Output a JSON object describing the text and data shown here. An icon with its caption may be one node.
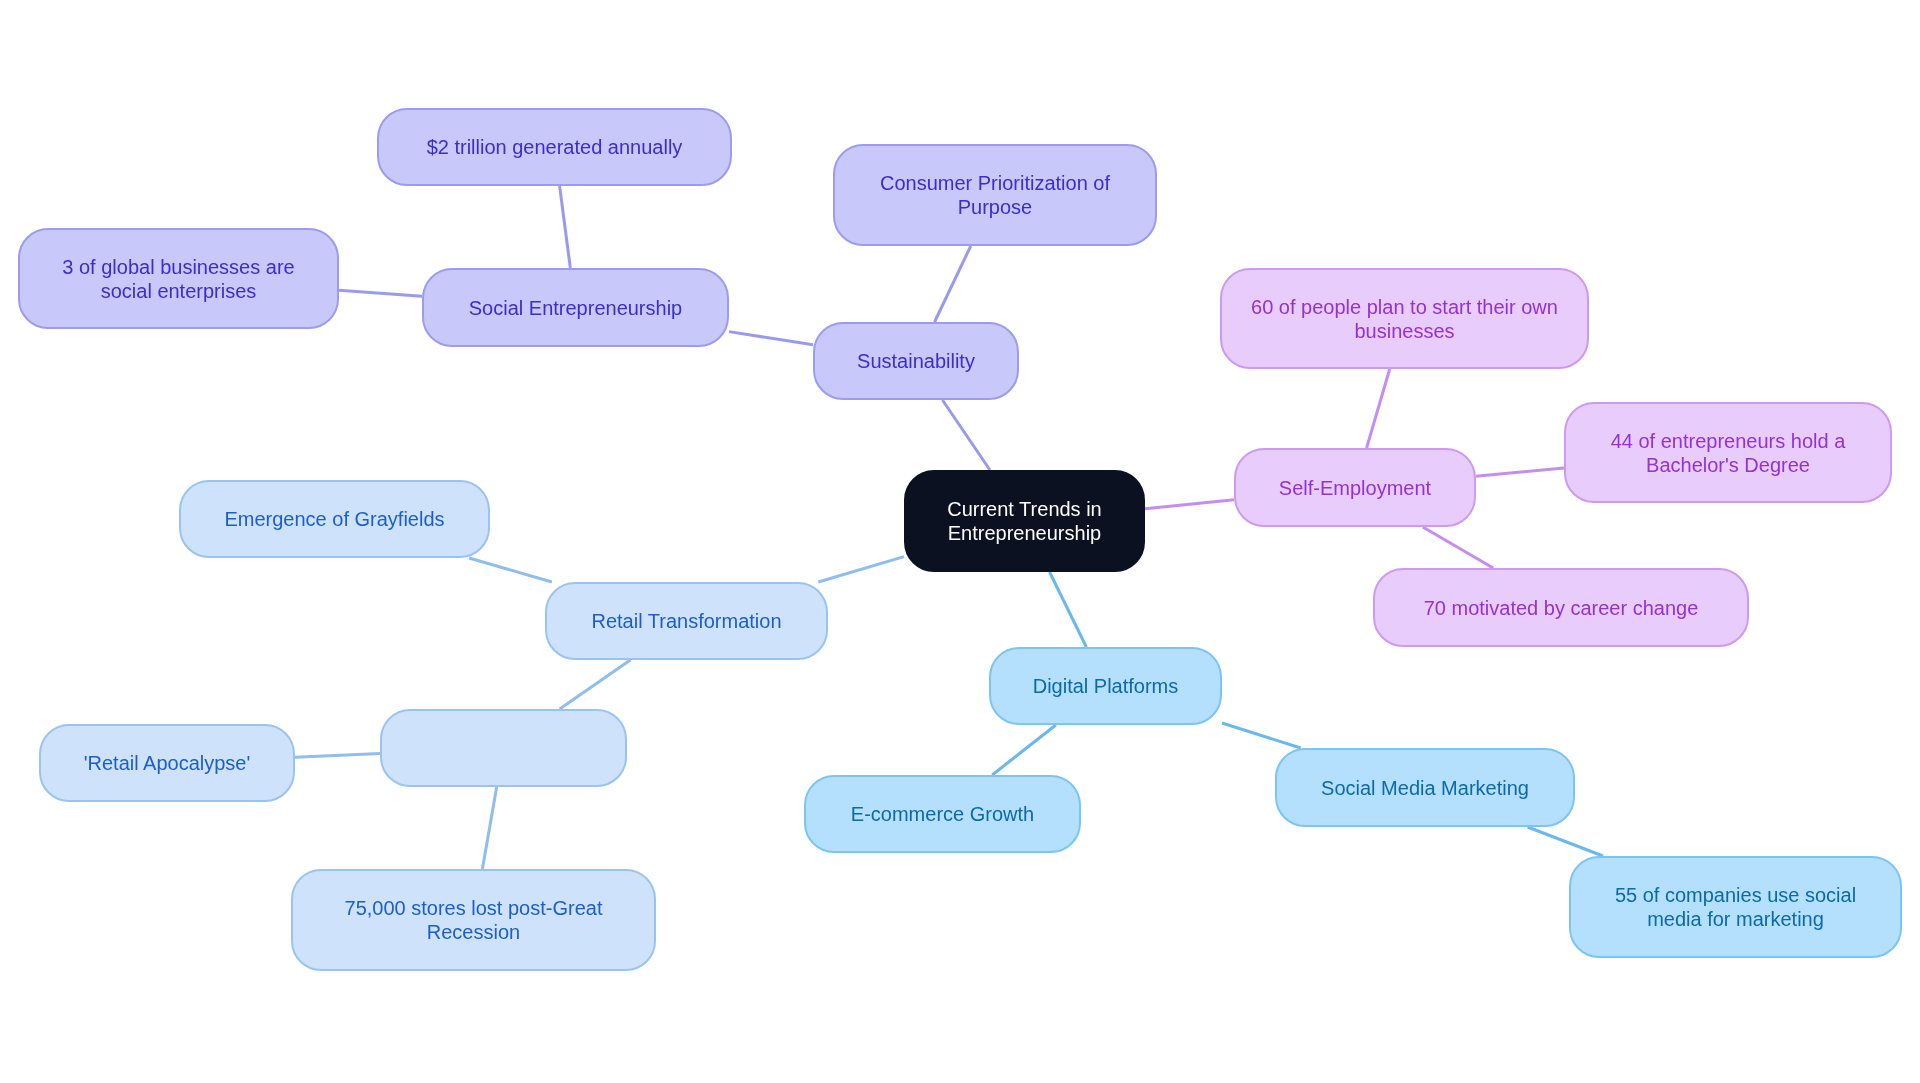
{
  "diagram": {
    "nodes": [
      {
        "text": [
          "Current Trends in Entrepreneurship"
        ]
      },
      {
        "text": [
          "Sustainability"
        ]
      },
      {
        "text": [
          "Consumer Prioritization of Purpose"
        ]
      },
      {
        "text": [
          "Social Entrepreneurship"
        ]
      },
      {
        "text": [
          "$2 trillion generated annually"
        ]
      },
      {
        "text": [
          "3 of global businesses are social enterprises"
        ]
      },
      {
        "text": [
          "Self-Employment"
        ]
      },
      {
        "text": [
          "60 of people plan to start their own businesses"
        ]
      },
      {
        "text": [
          "44 of entrepreneurs hold a Bachelor's Degree"
        ]
      },
      {
        "text": [
          "70 motivated by career change"
        ]
      },
      {
        "text": [
          "Digital Platforms"
        ]
      },
      {
        "text": [
          "E-commerce Growth"
        ]
      },
      {
        "text": [
          "Social Media Marketing"
        ]
      },
      {
        "text": [
          "55 of companies use social media for marketing"
        ]
      },
      {
        "text": [
          "Retail Transformation"
        ]
      },
      {
        "text": [
          "Emergence of Grayfields"
        ]
      },
      {
        "text": [],
        "shape": "box"
      },
      {
        "text": [
          "'Retail Apocalypse'"
        ]
      },
      {
        "text": [
          "75,000 stores lost post-Great Recession"
        ]
      }
    ],
    "edges": [
      {
        "from": 0,
        "to": 1,
        "arrow": "none",
        "color": "#9b99ee"
      },
      {
        "from": 1,
        "to": 2,
        "arrow": "none",
        "color": "#9b99ee"
      },
      {
        "from": 1,
        "to": 3,
        "arrow": "none",
        "color": "#9b99ee"
      },
      {
        "from": 3,
        "to": 4,
        "arrow": "none",
        "color": "#9b99ee"
      },
      {
        "from": 3,
        "to": 5,
        "arrow": "none",
        "color": "#9b99ee"
      },
      {
        "from": 0,
        "to": 6,
        "arrow": "none",
        "color": "#c48ef0"
      },
      {
        "from": 6,
        "to": 7,
        "arrow": "none",
        "color": "#c48ef0"
      },
      {
        "from": 6,
        "to": 8,
        "arrow": "none",
        "color": "#c48ef0"
      },
      {
        "from": 6,
        "to": 9,
        "arrow": "none",
        "color": "#c48ef0"
      },
      {
        "from": 0,
        "to": 10,
        "arrow": "none",
        "color": "#6ab8ec"
      },
      {
        "from": 10,
        "to": 11,
        "arrow": "none",
        "color": "#6ab8ec"
      },
      {
        "from": 10,
        "to": 12,
        "arrow": "none",
        "color": "#6ab8ec"
      },
      {
        "from": 12,
        "to": 13,
        "arrow": "none",
        "color": "#6ab8ec"
      },
      {
        "from": 0,
        "to": 14,
        "arrow": "none",
        "color": "#90bdef"
      },
      {
        "from": 14,
        "to": 15,
        "arrow": "none",
        "color": "#90bdef"
      },
      {
        "from": 14,
        "to": 16,
        "arrow": "none",
        "color": "#90bdef"
      },
      {
        "from": 16,
        "to": 17,
        "arrow": "none",
        "color": "#90bdef"
      },
      {
        "from": 16,
        "to": 18,
        "arrow": "none",
        "color": "#90bdef"
      }
    ]
  }
}
